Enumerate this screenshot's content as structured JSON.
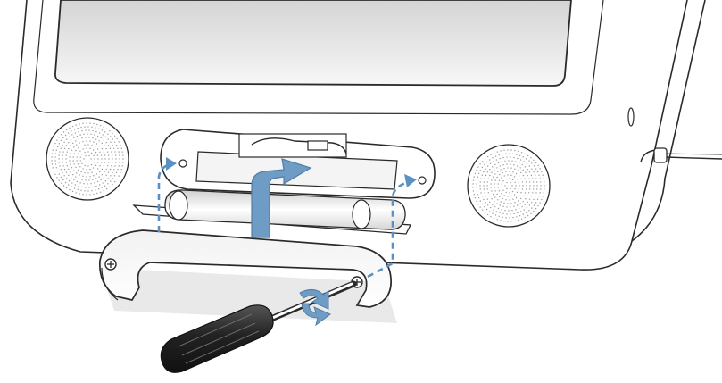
{
  "colors": {
    "line": "#2a2a2a",
    "screen_top": "#d4d4d4",
    "screen_bottom": "#f7f7f7",
    "bezel": "#ffffff",
    "speaker_dot": "#9a9a9a",
    "arrow_fill": "#6f9cc4",
    "arrow_stroke": "#4f7ea8",
    "dash": "#5b90c2",
    "handle": "#2b2b2b",
    "shadow": "#e9e9e9"
  },
  "icons": {
    "device": "imac-bottom-bezel",
    "cover": "memory-door-cover",
    "tool": "phillips-screwdriver",
    "motion_up": "lift-up-arrow",
    "motion_turn": "rotate-arrow",
    "guides": "dashed-screw-guides"
  }
}
